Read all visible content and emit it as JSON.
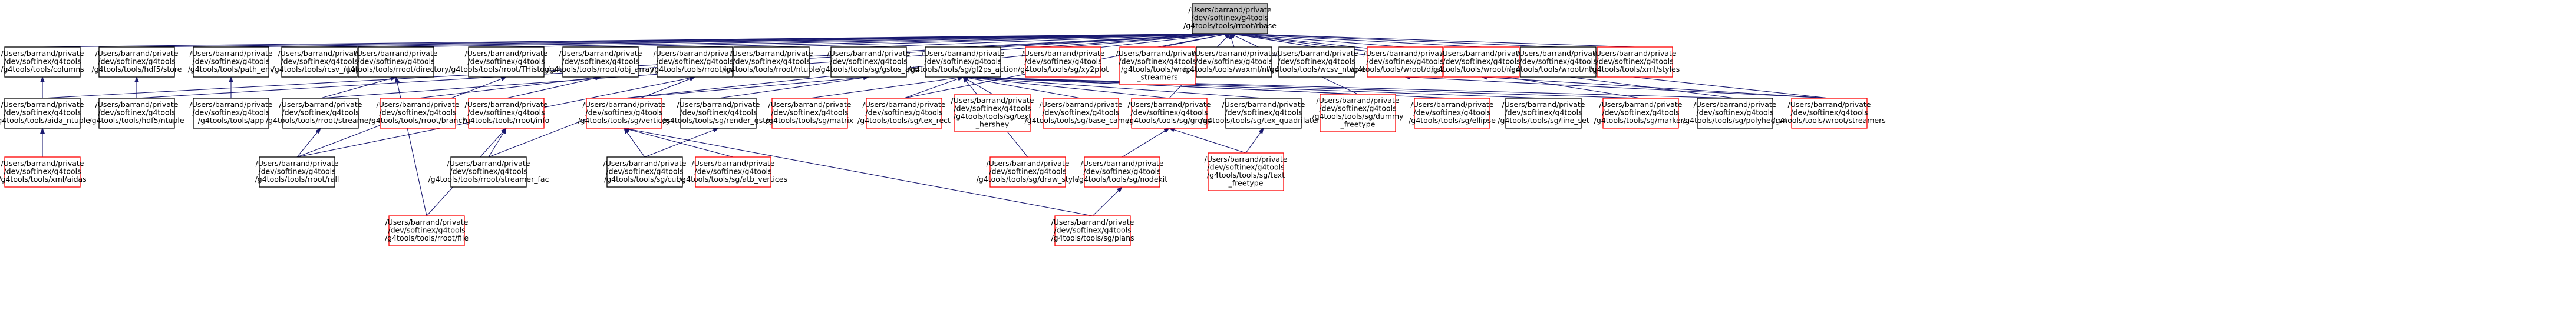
{
  "colors": {
    "root_fill": "#bfbfbf",
    "normal_border": "#000000",
    "missing_border": "#ff0000",
    "edge": "#191970"
  },
  "nodes": [
    {
      "id": "root",
      "lines": [
        "/Users/barrand/private",
        "/dev/softinex/g4tools",
        "/g4tools/tools/rroot/rbase"
      ],
      "style": "root"
    },
    {
      "id": "columns",
      "lines": [
        "/Users/barrand/private",
        "/dev/softinex/g4tools",
        "/g4tools/tools/columns"
      ],
      "style": "normal"
    },
    {
      "id": "hdf5store",
      "lines": [
        "/Users/barrand/private",
        "/dev/softinex/g4tools",
        "/g4tools/tools/hdf5/store"
      ],
      "style": "normal"
    },
    {
      "id": "path_env",
      "lines": [
        "/Users/barrand/private",
        "/dev/softinex/g4tools",
        "/g4tools/tools/path_env"
      ],
      "style": "normal"
    },
    {
      "id": "rcsv_ntuple",
      "lines": [
        "/Users/barrand/private",
        "/dev/softinex/g4tools",
        "/g4tools/tools/rcsv_ntuple"
      ],
      "style": "normal"
    },
    {
      "id": "rroot_directory",
      "lines": [
        "/Users/barrand/private",
        "/dev/softinex/g4tools",
        "/g4tools/tools/rroot/directory"
      ],
      "style": "normal"
    },
    {
      "id": "THistogram",
      "lines": [
        "/Users/barrand/private",
        "/dev/softinex/g4tools",
        "/g4tools/tools/rroot/THistogram"
      ],
      "style": "normal"
    },
    {
      "id": "obj_array",
      "lines": [
        "/Users/barrand/private",
        "/dev/softinex/g4tools",
        "/g4tools/tools/rroot/obj_array"
      ],
      "style": "normal"
    },
    {
      "id": "rroot_iros",
      "lines": [
        "/Users/barrand/private",
        "/dev/softinex/g4tools",
        "/g4tools/tools/rroot/iros"
      ],
      "style": "normal"
    },
    {
      "id": "rroot_ntuple",
      "lines": [
        "/Users/barrand/private",
        "/dev/softinex/g4tools",
        "/g4tools/tools/rroot/ntuple"
      ],
      "style": "normal"
    },
    {
      "id": "gstos_add",
      "lines": [
        "/Users/barrand/private",
        "/dev/softinex/g4tools",
        "/g4tools/tools/sg/gstos_add"
      ],
      "style": "normal"
    },
    {
      "id": "gl2ps_action",
      "lines": [
        "/Users/barrand/private",
        "/dev/softinex/g4tools",
        "/g4tools/tools/sg/gl2ps_action"
      ],
      "style": "normal"
    },
    {
      "id": "xy2plot",
      "lines": [
        "/Users/barrand/private",
        "/dev/softinex/g4tools",
        "/g4tools/tools/sg/xy2plot"
      ],
      "style": "missing"
    },
    {
      "id": "wroot_streamers",
      "lines": [
        "/Users/barrand/private",
        "/dev/softinex/g4tools",
        "/g4tools/tools/wroot",
        "_streamers"
      ],
      "style": "missing"
    },
    {
      "id": "waxml_ntuple",
      "lines": [
        "/Users/barrand/private",
        "/dev/softinex/g4tools",
        "/g4tools/tools/waxml/ntuple"
      ],
      "style": "normal"
    },
    {
      "id": "wcsv_ntuple",
      "lines": [
        "/Users/barrand/private",
        "/dev/softinex/g4tools",
        "/g4tools/tools/wcsv_ntuple"
      ],
      "style": "normal"
    },
    {
      "id": "wroot_directory",
      "lines": [
        "/Users/barrand/private",
        "/dev/softinex/g4tools",
        "/g4tools/tools/wroot/directory"
      ],
      "style": "missing"
    },
    {
      "id": "wroot_named",
      "lines": [
        "/Users/barrand/private",
        "/dev/softinex/g4tools",
        "/g4tools/tools/wroot/named"
      ],
      "style": "missing"
    },
    {
      "id": "wroot_ntuple",
      "lines": [
        "/Users/barrand/private",
        "/dev/softinex/g4tools",
        "/g4tools/tools/wroot/ntuple"
      ],
      "style": "normal"
    },
    {
      "id": "xml_styles",
      "lines": [
        "/Users/barrand/private",
        "/dev/softinex/g4tools",
        "/g4tools/tools/xml/styles"
      ],
      "style": "missing"
    },
    {
      "id": "aida_ntuple",
      "lines": [
        "/Users/barrand/private",
        "/dev/softinex/g4tools",
        "/g4tools/tools/aida_ntuple"
      ],
      "style": "normal"
    },
    {
      "id": "hdf5_ntuple",
      "lines": [
        "/Users/barrand/private",
        "/dev/softinex/g4tools",
        "/g4tools/tools/hdf5/ntuple"
      ],
      "style": "normal"
    },
    {
      "id": "app",
      "lines": [
        "/Users/barrand/private",
        "/dev/softinex/g4tools",
        "/g4tools/tools/app"
      ],
      "style": "normal"
    },
    {
      "id": "rroot_streamers",
      "lines": [
        "/Users/barrand/private",
        "/dev/softinex/g4tools",
        "/g4tools/tools/rroot/streamers"
      ],
      "style": "normal"
    },
    {
      "id": "rroot_branch",
      "lines": [
        "/Users/barrand/private",
        "/dev/softinex/g4tools",
        "/g4tools/tools/rroot/branch"
      ],
      "style": "missing"
    },
    {
      "id": "rroot_info",
      "lines": [
        "/Users/barrand/private",
        "/dev/softinex/g4tools",
        "/g4tools/tools/rroot/info"
      ],
      "style": "missing"
    },
    {
      "id": "sg_vertices",
      "lines": [
        "/Users/barrand/private",
        "/dev/softinex/g4tools",
        "/g4tools/tools/sg/vertices"
      ],
      "style": "missing"
    },
    {
      "id": "render_gstos",
      "lines": [
        "/Users/barrand/private",
        "/dev/softinex/g4tools",
        "/g4tools/tools/sg/render_gstos"
      ],
      "style": "normal"
    },
    {
      "id": "sg_matrix",
      "lines": [
        "/Users/barrand/private",
        "/dev/softinex/g4tools",
        "/g4tools/tools/sg/matrix"
      ],
      "style": "missing"
    },
    {
      "id": "tex_rect",
      "lines": [
        "/Users/barrand/private",
        "/dev/softinex/g4tools",
        "/g4tools/tools/sg/tex_rect"
      ],
      "style": "missing"
    },
    {
      "id": "text_hershey",
      "lines": [
        "/Users/barrand/private",
        "/dev/softinex/g4tools",
        "/g4tools/tools/sg/text",
        "_hershey"
      ],
      "style": "missing"
    },
    {
      "id": "base_camera",
      "lines": [
        "/Users/barrand/private",
        "/dev/softinex/g4tools",
        "/g4tools/tools/sg/base_camera"
      ],
      "style": "missing"
    },
    {
      "id": "sg_group",
      "lines": [
        "/Users/barrand/private",
        "/dev/softinex/g4tools",
        "/g4tools/tools/sg/group"
      ],
      "style": "missing"
    },
    {
      "id": "tex_quadrilateral",
      "lines": [
        "/Users/barrand/private",
        "/dev/softinex/g4tools",
        "/g4tools/tools/sg/tex_quadrilateral"
      ],
      "style": "normal"
    },
    {
      "id": "text_freetype_dummy",
      "lines": [
        "/Users/barrand/private",
        "/dev/softinex/g4tools",
        "/g4tools/tools/sg/dummy",
        "_freetype"
      ],
      "style": "missing"
    },
    {
      "id": "sg_ellipse",
      "lines": [
        "/Users/barrand/private",
        "/dev/softinex/g4tools",
        "/g4tools/tools/sg/ellipse"
      ],
      "style": "missing"
    },
    {
      "id": "line_set",
      "lines": [
        "/Users/barrand/private",
        "/dev/softinex/g4tools",
        "/g4tools/tools/sg/line_set"
      ],
      "style": "normal"
    },
    {
      "id": "sg_markers",
      "lines": [
        "/Users/barrand/private",
        "/dev/softinex/g4tools",
        "/g4tools/tools/sg/markers"
      ],
      "style": "missing"
    },
    {
      "id": "polyhedron",
      "lines": [
        "/Users/barrand/private",
        "/dev/softinex/g4tools",
        "/g4tools/tools/sg/polyhedron"
      ],
      "style": "normal"
    },
    {
      "id": "wroot_streamers2",
      "lines": [
        "/Users/barrand/private",
        "/dev/softinex/g4tools",
        "/g4tools/tools/wroot/streamers"
      ],
      "style": "missing"
    },
    {
      "id": "xml_aidas",
      "lines": [
        "/Users/barrand/private",
        "/dev/softinex/g4tools",
        "/g4tools/tools/xml/aidas"
      ],
      "style": "missing"
    },
    {
      "id": "rroot_rall",
      "lines": [
        "/Users/barrand/private",
        "/dev/softinex/g4tools",
        "/g4tools/tools/rroot/rall"
      ],
      "style": "normal"
    },
    {
      "id": "streamer_fac",
      "lines": [
        "/Users/barrand/private",
        "/dev/softinex/g4tools",
        "/g4tools/tools/rroot/streamer_fac"
      ],
      "style": "normal"
    },
    {
      "id": "sg_cube",
      "lines": [
        "/Users/barrand/private",
        "/dev/softinex/g4tools",
        "/g4tools/tools/sg/cube"
      ],
      "style": "normal"
    },
    {
      "id": "atb_vertices",
      "lines": [
        "/Users/barrand/private",
        "/dev/softinex/g4tools",
        "/g4tools/tools/sg/atb_vertices"
      ],
      "style": "missing"
    },
    {
      "id": "draw_style",
      "lines": [
        "/Users/barrand/private",
        "/dev/softinex/g4tools",
        "/g4tools/tools/sg/draw_style"
      ],
      "style": "missing"
    },
    {
      "id": "sg_nodekit",
      "lines": [
        "/Users/barrand/private",
        "/dev/softinex/g4tools",
        "/g4tools/tools/sg/nodekit"
      ],
      "style": "missing"
    },
    {
      "id": "text_freetype",
      "lines": [
        "/Users/barrand/private",
        "/dev/softinex/g4tools",
        "/g4tools/tools/sg/text",
        "_freetype"
      ],
      "style": "missing"
    },
    {
      "id": "rroot_file",
      "lines": [
        "/Users/barrand/private",
        "/dev/softinex/g4tools",
        "/g4tools/tools/rroot/file"
      ],
      "style": "missing"
    },
    {
      "id": "sg_plans",
      "lines": [
        "/Users/barrand/private",
        "/dev/softinex/g4tools",
        "/g4tools/tools/sg/plans"
      ],
      "style": "missing"
    }
  ],
  "edges": [
    [
      "columns",
      "root"
    ],
    [
      "hdf5store",
      "root"
    ],
    [
      "path_env",
      "root"
    ],
    [
      "rcsv_ntuple",
      "root"
    ],
    [
      "rroot_directory",
      "root"
    ],
    [
      "THistogram",
      "root"
    ],
    [
      "obj_array",
      "root"
    ],
    [
      "rroot_iros",
      "root"
    ],
    [
      "rroot_ntuple",
      "root"
    ],
    [
      "gstos_add",
      "root"
    ],
    [
      "gl2ps_action",
      "root"
    ],
    [
      "xy2plot",
      "root"
    ],
    [
      "wroot_streamers",
      "root"
    ],
    [
      "waxml_ntuple",
      "root"
    ],
    [
      "wcsv_ntuple",
      "root"
    ],
    [
      "wroot_directory",
      "root"
    ],
    [
      "wroot_named",
      "root"
    ],
    [
      "wroot_ntuple",
      "root"
    ],
    [
      "xml_styles",
      "root"
    ],
    [
      "aida_ntuple",
      "root"
    ],
    [
      "hdf5_ntuple",
      "root"
    ],
    [
      "rroot_streamers",
      "root"
    ],
    [
      "sg_vertices",
      "root"
    ],
    [
      "tex_rect",
      "root"
    ],
    [
      "sg_group",
      "root"
    ],
    [
      "text_freetype_dummy",
      "root"
    ],
    [
      "sg_markers",
      "root"
    ],
    [
      "polyhedron",
      "root"
    ],
    [
      "wroot_streamers2",
      "root"
    ],
    [
      "aida_ntuple",
      "columns"
    ],
    [
      "xml_aidas",
      "aida_ntuple"
    ],
    [
      "hdf5_ntuple",
      "hdf5store"
    ],
    [
      "app",
      "path_env"
    ],
    [
      "rroot_streamers",
      "rroot_directory"
    ],
    [
      "rroot_rall",
      "rroot_streamers"
    ],
    [
      "rroot_file",
      "rroot_directory"
    ],
    [
      "rroot_rall",
      "THistogram"
    ],
    [
      "rroot_branch",
      "obj_array"
    ],
    [
      "rroot_info",
      "obj_array"
    ],
    [
      "rroot_file",
      "rroot_info"
    ],
    [
      "streamer_fac",
      "rroot_info"
    ],
    [
      "rroot_rall",
      "rroot_iros"
    ],
    [
      "streamer_fac",
      "rroot_iros"
    ],
    [
      "sg_vertices",
      "gstos_add"
    ],
    [
      "render_gstos",
      "gstos_add"
    ],
    [
      "sg_cube",
      "render_gstos"
    ],
    [
      "atb_vertices",
      "sg_vertices"
    ],
    [
      "sg_plans",
      "sg_vertices"
    ],
    [
      "sg_matrix",
      "gl2ps_action"
    ],
    [
      "tex_rect",
      "gl2ps_action"
    ],
    [
      "text_hershey",
      "gl2ps_action"
    ],
    [
      "base_camera",
      "gl2ps_action"
    ],
    [
      "sg_group",
      "gl2ps_action"
    ],
    [
      "tex_quadrilateral",
      "gl2ps_action"
    ],
    [
      "text_freetype_dummy",
      "gl2ps_action"
    ],
    [
      "sg_ellipse",
      "gl2ps_action"
    ],
    [
      "line_set",
      "gl2ps_action"
    ],
    [
      "sg_markers",
      "gl2ps_action"
    ],
    [
      "polyhedron",
      "gl2ps_action"
    ],
    [
      "draw_style",
      "gl2ps_action"
    ],
    [
      "sg_nodekit",
      "sg_group"
    ],
    [
      "text_freetype",
      "sg_group"
    ],
    [
      "text_freetype",
      "tex_quadrilateral"
    ],
    [
      "sg_plans",
      "sg_nodekit"
    ],
    [
      "sg_cube",
      "sg_vertices"
    ],
    [
      "wroot_streamers2",
      "wroot_directory"
    ],
    [
      "wroot_streamers2",
      "wroot_named"
    ]
  ]
}
